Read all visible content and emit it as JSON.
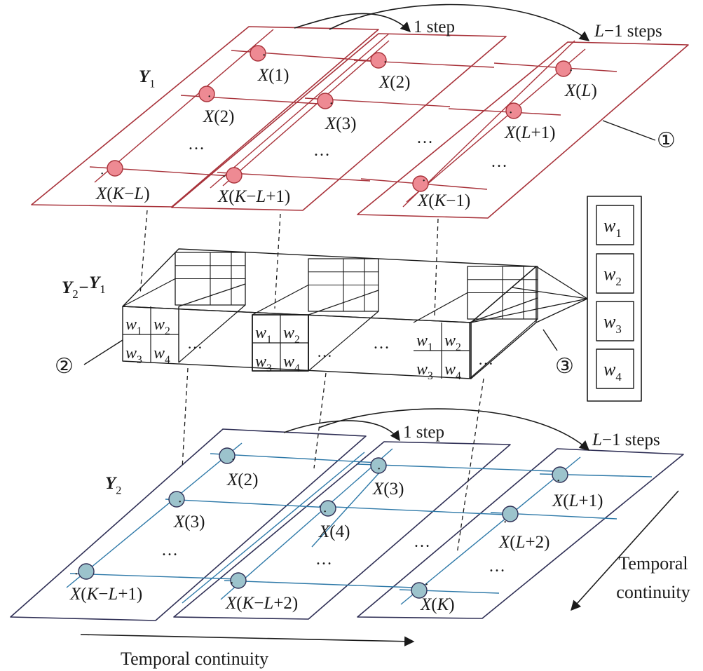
{
  "colors": {
    "top_plane": "#a8323a",
    "top_node": "#ee8a93",
    "bottom_plane": "#2f2f55",
    "bottom_line": "#2e79a8",
    "bottom_node": "#9cc3cc",
    "ink": "#1a1a1a"
  },
  "top": {
    "matrix_label": "Y",
    "matrix_sub": "1",
    "step_label": "1 step",
    "steps_label_var": "L",
    "steps_label_rest": "−1 steps",
    "callout": "①",
    "ellipsis": "…",
    "nodes": [
      [
        "X(1)",
        "X(2)",
        "X(K−L)"
      ],
      [
        "X(2)",
        "X(3)",
        "X(K−L+1)"
      ],
      [
        "X(L)",
        "X(L+1)",
        "X(K−1)"
      ]
    ]
  },
  "middle": {
    "label_y2": "Y",
    "label_y2_sub": "2",
    "label_minus": "−",
    "label_y1": "Y",
    "label_y1_sub": "1",
    "callout_left": "②",
    "callout_right": "③",
    "ellipsis": "…",
    "w_cells": [
      {
        "v": "w",
        "s": "1"
      },
      {
        "v": "w",
        "s": "2"
      },
      {
        "v": "w",
        "s": "3"
      },
      {
        "v": "w",
        "s": "4"
      }
    ]
  },
  "bottom": {
    "matrix_label": "Y",
    "matrix_sub": "2",
    "step_label": "1 step",
    "steps_label_var": "L",
    "steps_label_rest": "−1 steps",
    "ellipsis": "…",
    "nodes": [
      [
        "X(2)",
        "X(3)",
        "X(K−L+1)"
      ],
      [
        "X(3)",
        "X(4)",
        "X(K−L+2)"
      ],
      [
        "X(L+1)",
        "X(L+2)",
        "X(K)"
      ]
    ],
    "temporal_right_1": "Temporal",
    "temporal_right_2": "continuity",
    "temporal_bottom": "Temporal continuity"
  },
  "weights": [
    {
      "v": "w",
      "s": "1"
    },
    {
      "v": "w",
      "s": "2"
    },
    {
      "v": "w",
      "s": "3"
    },
    {
      "v": "w",
      "s": "4"
    }
  ]
}
